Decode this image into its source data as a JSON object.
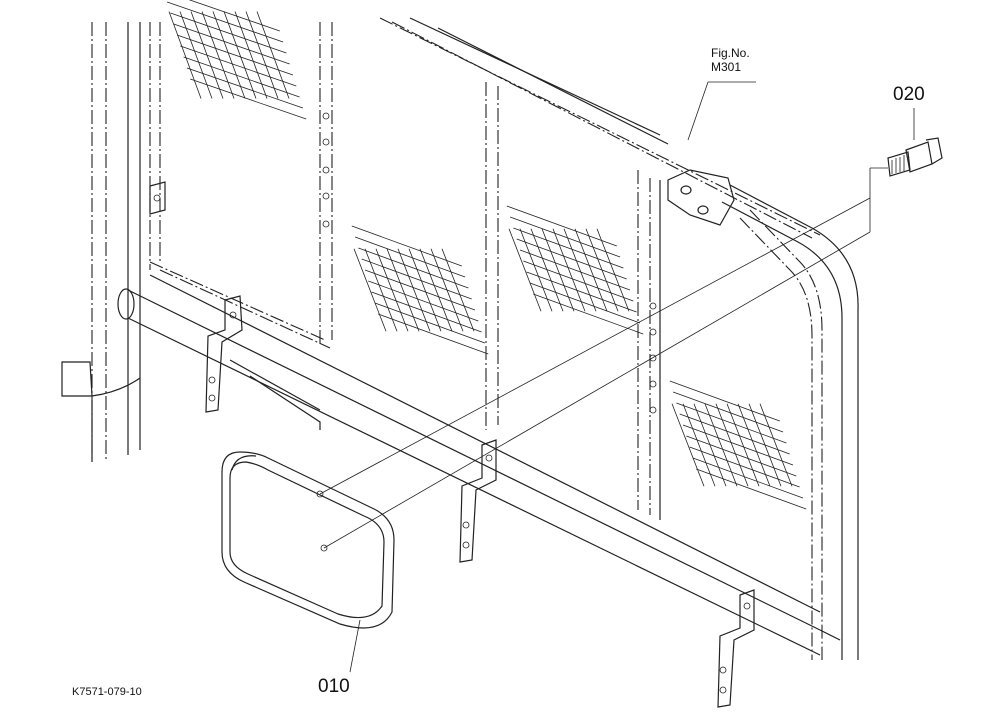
{
  "labels": {
    "fig_no": "Fig.No.",
    "fig_code": "M301",
    "part_010": "010",
    "part_020": "020",
    "drawing_code": "K7571-079-10"
  },
  "colors": {
    "line": "#222222",
    "background": "#ffffff"
  }
}
